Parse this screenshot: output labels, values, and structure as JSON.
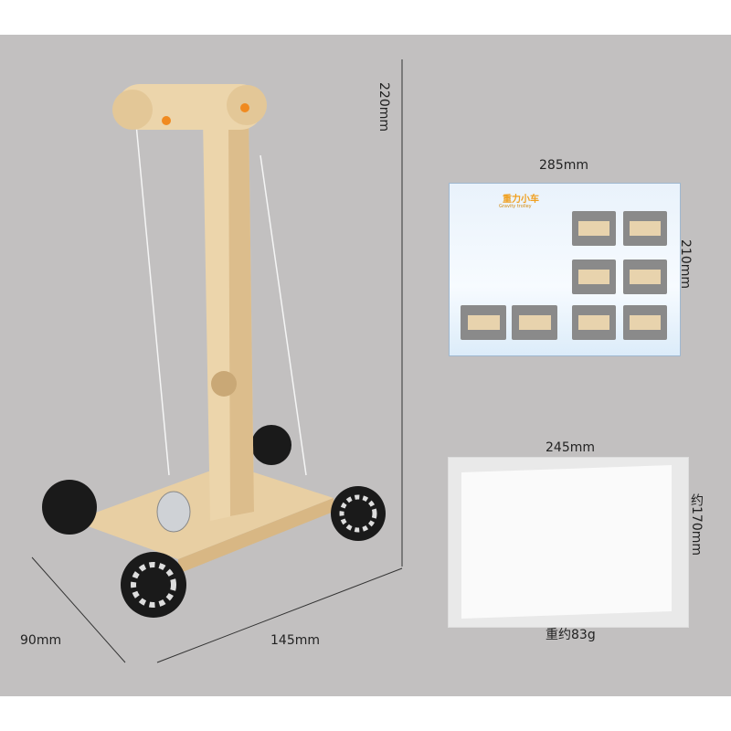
{
  "product": {
    "name_cn": "重力小车",
    "name_en": "Gravity trolley"
  },
  "dimensions": {
    "height": "220mm",
    "width": "145mm",
    "depth": "90mm",
    "manual_width": "285mm",
    "manual_height": "210mm",
    "package_width": "245mm",
    "package_height": "约170mm",
    "weight": "重约83g"
  },
  "colors": {
    "background": "#c2c0c0",
    "wood": "#e8cfa3",
    "wheel": "#1a1a1a",
    "accent": "#f0a020"
  }
}
